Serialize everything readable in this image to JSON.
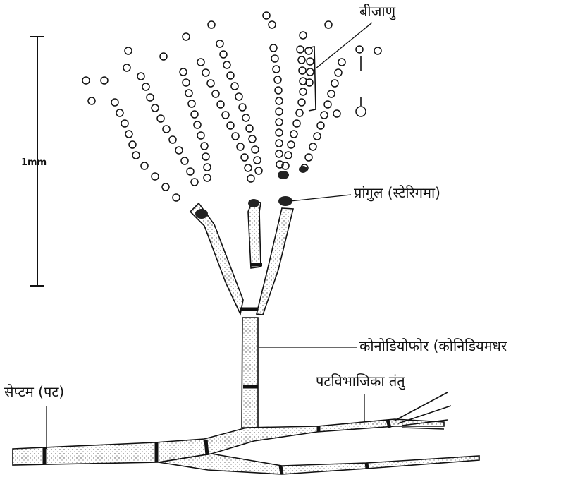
{
  "labels": {
    "spores": "बीजाणु",
    "sterigma": "प्रांगुल (स्टेरिगमा)",
    "conidiophore": "कोनोडियोफोर (कोनिडियमधर",
    "septum": "सेप्टम (पट)",
    "septate_hypha": "पटविभाजिका तंतु"
  },
  "scale": {
    "label": "1mm"
  },
  "colors": {
    "ink": "#111111",
    "stipple": "#333333",
    "paper": "#ffffff"
  }
}
